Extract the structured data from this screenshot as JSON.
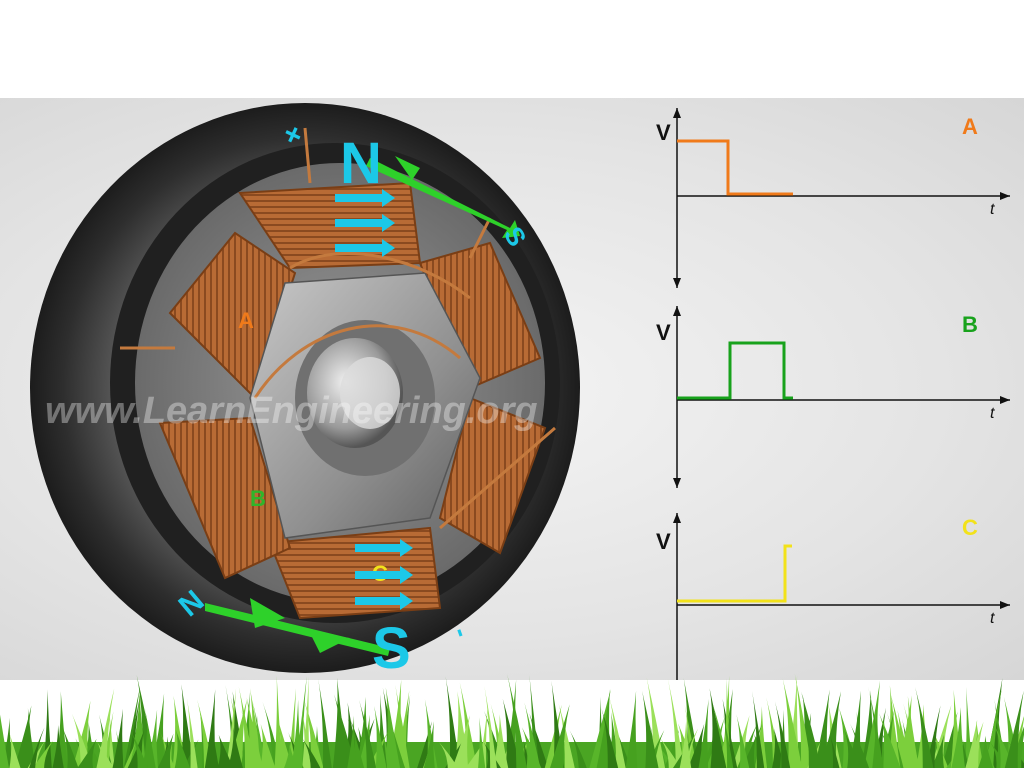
{
  "watermark": "www.LearnEngineering.org",
  "motor": {
    "coil_labels": {
      "a": "A",
      "b": "B",
      "c": "C"
    },
    "top_terminal": "+",
    "bottom_terminal": "-",
    "top_pole": {
      "main": "N",
      "small": "S"
    },
    "bottom_pole": {
      "main": "S",
      "small": "N"
    },
    "colors": {
      "coil_a": "#f07a1a",
      "coil_b": "#2fb52a",
      "coil_c": "#f2e21a",
      "flux_arrow": "#1cc8e8",
      "field_arrow": "#2ed12a",
      "copper": "#b86b35",
      "housing": "#3a3a3a"
    }
  },
  "graphs": [
    {
      "id": "A",
      "label": "A",
      "ylabel": "V",
      "xlabel": "t",
      "color": "#f07a1a",
      "pulse": {
        "kind": "high-then-low",
        "note": "high at start, drops to zero, then ends"
      }
    },
    {
      "id": "B",
      "label": "B",
      "ylabel": "V",
      "xlabel": "t",
      "color": "#18a21c",
      "pulse": {
        "kind": "single-pulse",
        "note": "zero, rises for a short pulse, returns to zero"
      }
    },
    {
      "id": "C",
      "label": "C",
      "ylabel": "V",
      "xlabel": "t",
      "color": "#f2e21a",
      "pulse": {
        "kind": "step-up",
        "note": "zero, then rises at end"
      }
    }
  ]
}
